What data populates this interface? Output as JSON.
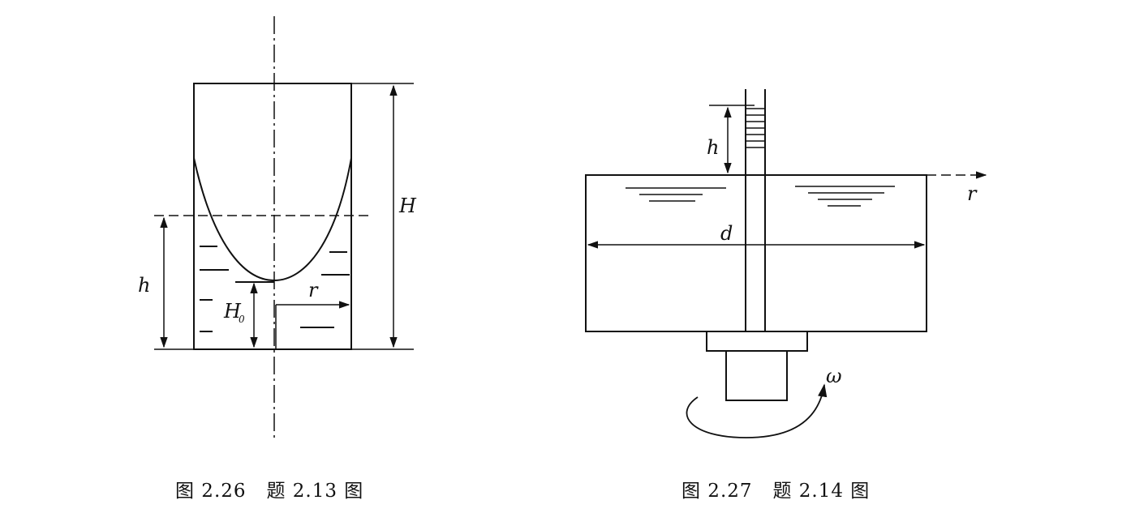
{
  "figure_left": {
    "caption": "图 2.26   题 2.13 图",
    "labels": {
      "H": "H",
      "h": "h",
      "H0": "H",
      "H0_sub": "0",
      "r": "r"
    }
  },
  "figure_right": {
    "caption": "图 2.27   题 2.14 图",
    "labels": {
      "h": "h",
      "d": "d",
      "r": "r",
      "omega": "ω"
    }
  }
}
